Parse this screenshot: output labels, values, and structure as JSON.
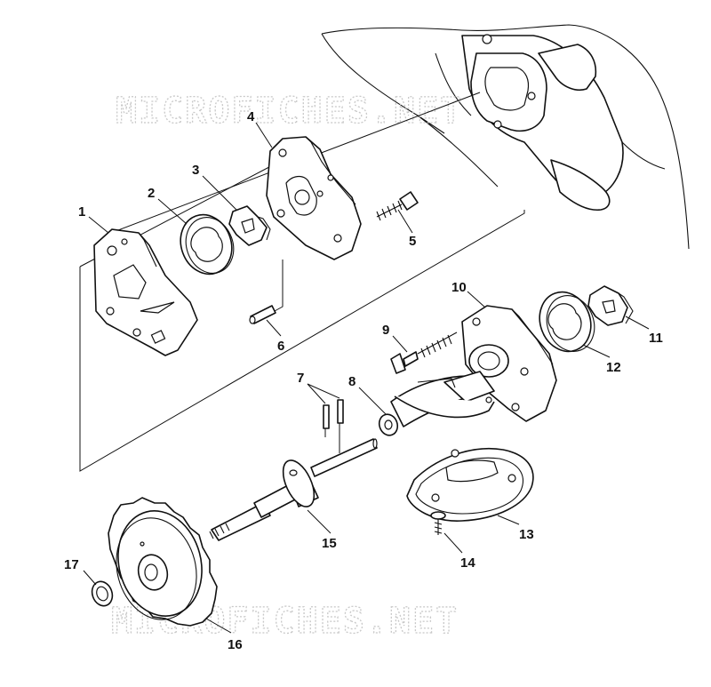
{
  "watermark": {
    "top": "MICROFICHES.NET",
    "bottom": "MICROFICHES.NET"
  },
  "callouts": [
    "1",
    "2",
    "3",
    "4",
    "5",
    "6",
    "7",
    "8",
    "9",
    "10",
    "11",
    "12",
    "13",
    "14",
    "15",
    "16",
    "17"
  ]
}
